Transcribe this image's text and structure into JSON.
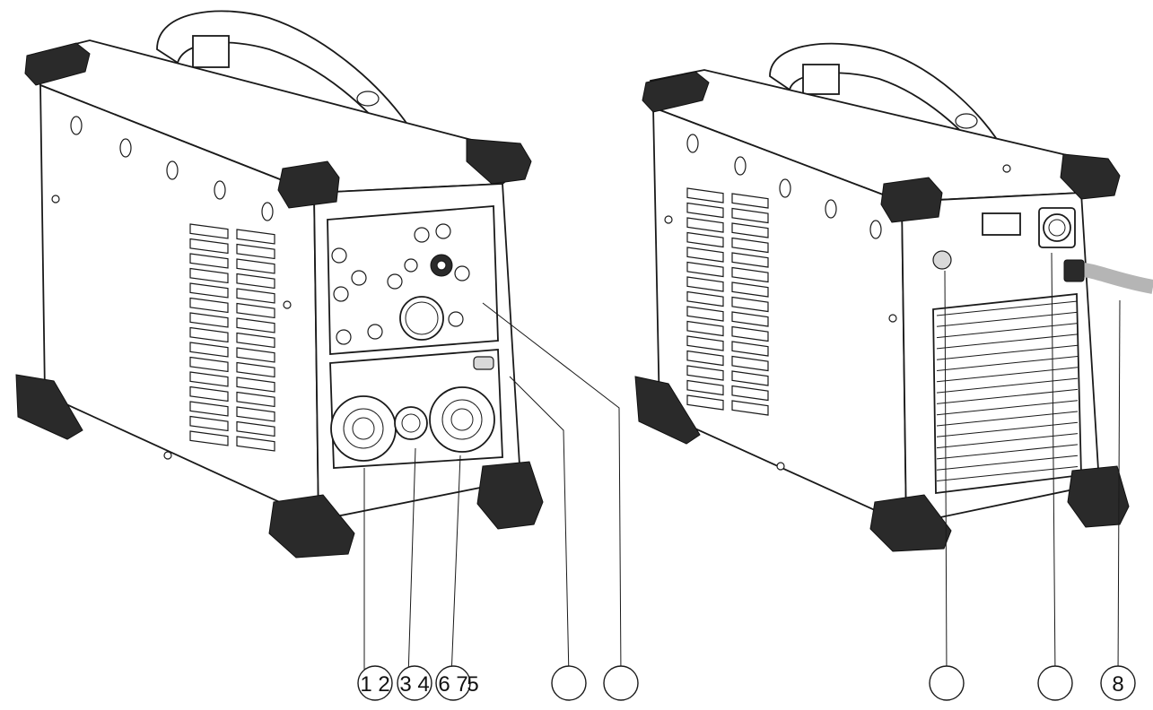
{
  "diagram": {
    "callout_labels": [
      "1 2",
      "3 4",
      "6 7",
      "5",
      "",
      "",
      "",
      "",
      "8"
    ],
    "accent_color": "#1a1a1a",
    "panel_color": "#d9d9d9",
    "handle_grip_color": "#2a2a2a"
  }
}
